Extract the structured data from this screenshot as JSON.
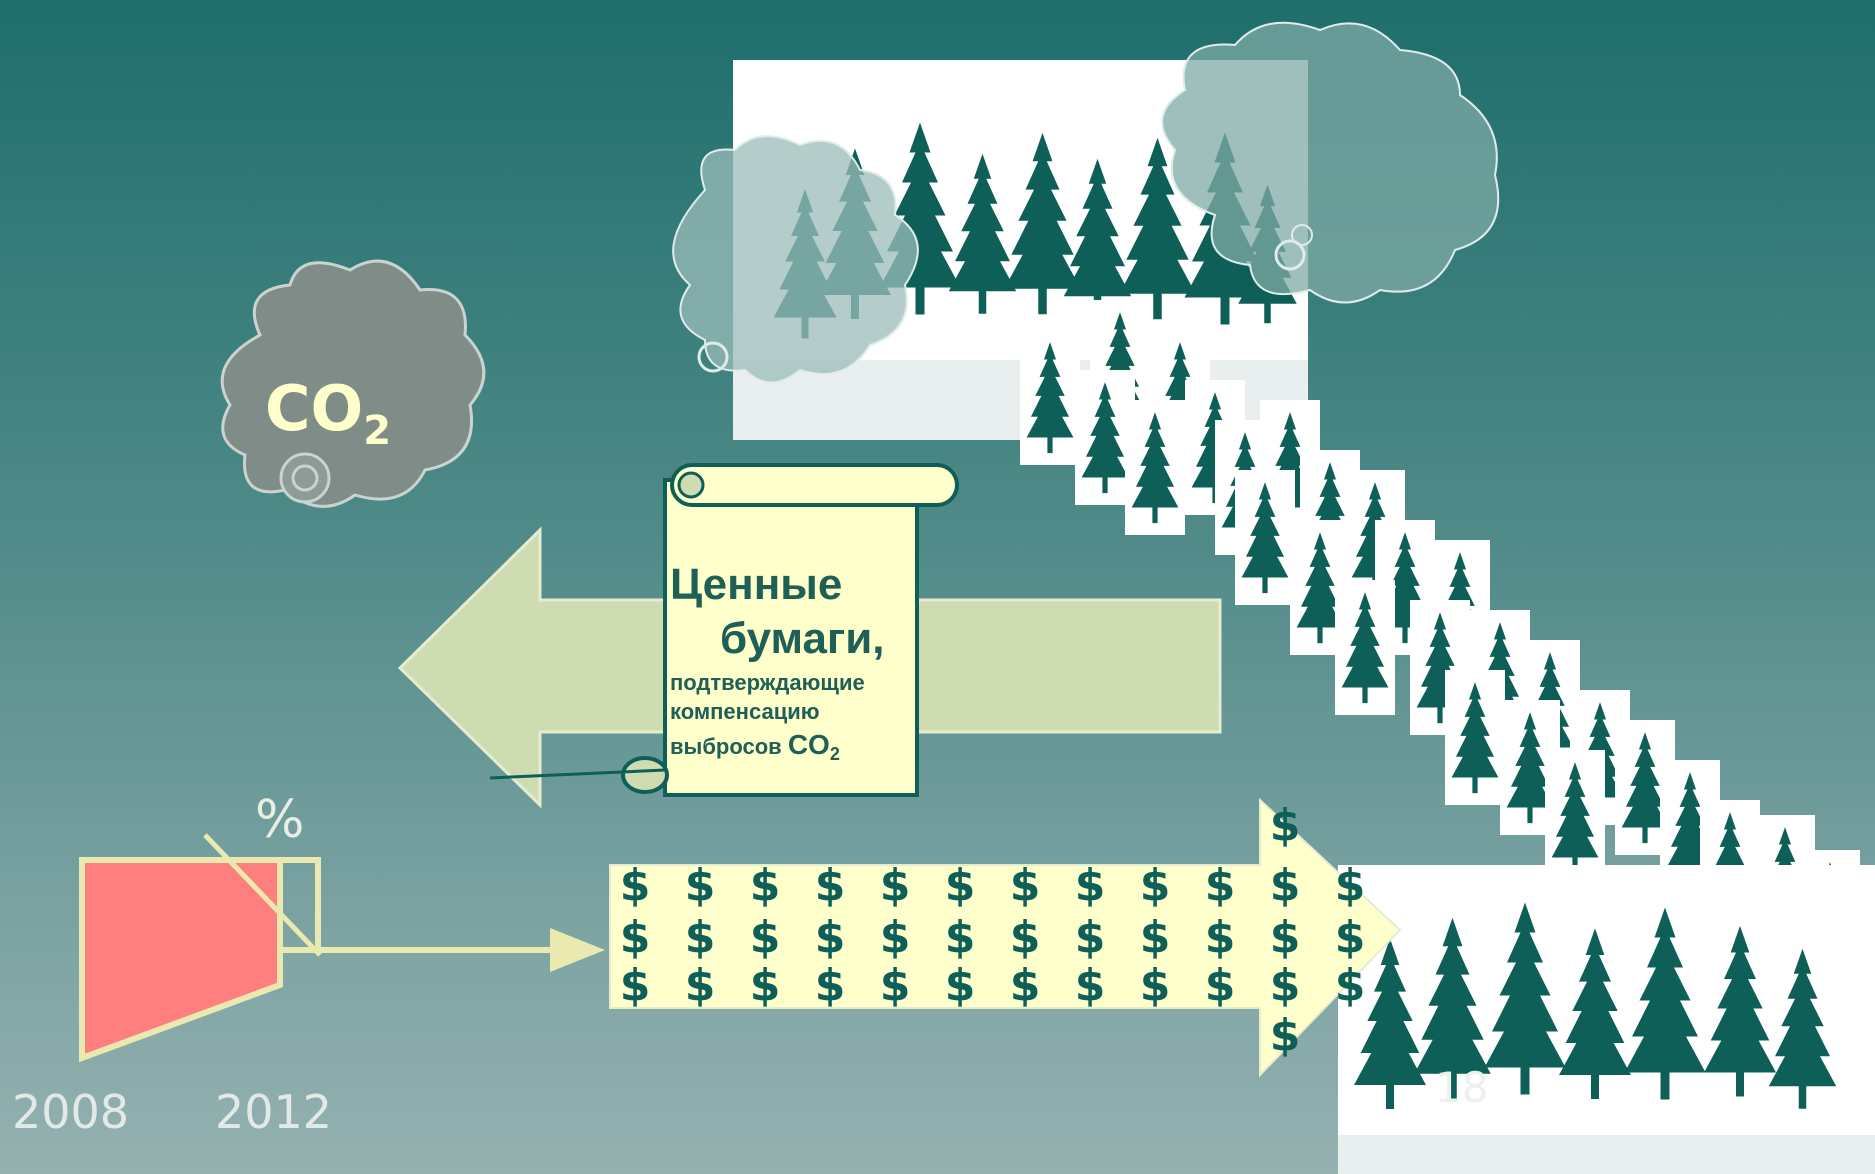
{
  "cloud_label": {
    "main": "CO",
    "sub": "2"
  },
  "percent_label": "%",
  "years": {
    "start": "2008",
    "end": "2012"
  },
  "scroll": {
    "line1": "Ценные",
    "line2": "бумаги,",
    "line3": "подтверждающие",
    "line4": "компенсацию",
    "line5_prefix": "выбросов",
    "line5_main": "CO",
    "line5_sub": "2"
  },
  "currency_symbol": "$",
  "page_number": "18",
  "colors": {
    "background_top": "#1e6e6c",
    "background_bottom": "#95b1b0",
    "tree": "#0d5f57",
    "arrow_fill": "#cfdcb2",
    "dollar_arrow_fill": "#ffffcc",
    "emission_block": "#ff7f7f",
    "cloud_co2": "#7f8c88"
  }
}
